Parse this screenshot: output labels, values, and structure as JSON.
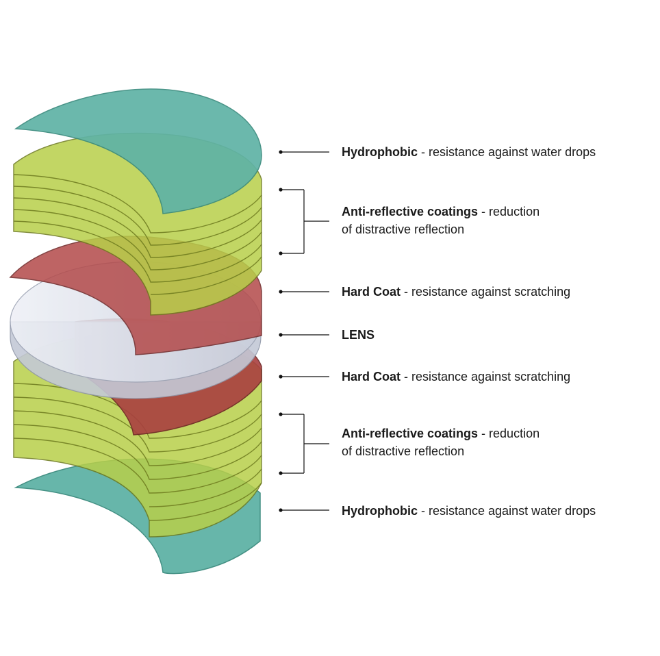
{
  "colors": {
    "hydrophobic": "#5fb3a6",
    "anti_reflective": "#b8cf4a",
    "hard_coat": "#b34a4a",
    "lens": "#dfe3ec",
    "callout_line": "#111111"
  },
  "layers": [
    {
      "id": "hydrophobic-top",
      "term": "Hydrophobic",
      "desc": " - resistance against water drops"
    },
    {
      "id": "ar-top",
      "term": "Anti-reflective coatings",
      "desc": " - reduction",
      "desc2": "of distractive reflection"
    },
    {
      "id": "hardcoat-top",
      "term": "Hard Coat",
      "desc": " - resistance against scratching"
    },
    {
      "id": "lens",
      "term": "LENS",
      "desc": ""
    },
    {
      "id": "hardcoat-bottom",
      "term": "Hard Coat",
      "desc": " - resistance against scratching"
    },
    {
      "id": "ar-bottom",
      "term": "Anti-reflective coatings",
      "desc": " - reduction",
      "desc2": "of distractive reflection"
    },
    {
      "id": "hydrophobic-bottom",
      "term": "Hydrophobic",
      "desc": " - resistance against water drops"
    }
  ]
}
